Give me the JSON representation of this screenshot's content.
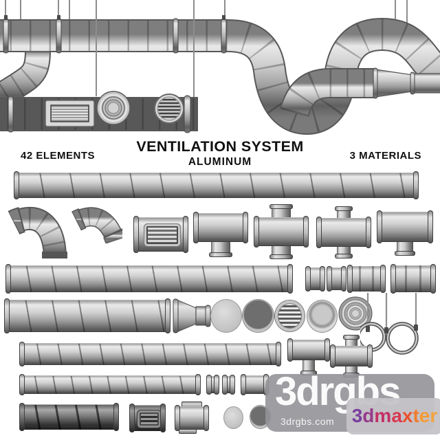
{
  "header": {
    "title": "VENTILATION SYSTEM",
    "subtitle": "ALUMINUM",
    "left_label": "42 ELEMENTS",
    "right_label": "3 MATERIALS"
  },
  "watermark": {
    "brand": "3drgbs",
    "site": "3drgbs.com",
    "partner": "3dmaxter",
    "partner_letters": [
      {
        "ch": "3",
        "color": "#7a3f9d"
      },
      {
        "ch": "d",
        "color": "#963b8a"
      },
      {
        "ch": "m",
        "color": "#c23064"
      },
      {
        "ch": "a",
        "color": "#d83850"
      },
      {
        "ch": "x",
        "color": "#e8512f"
      },
      {
        "ch": "t",
        "color": "#ef7c2b"
      },
      {
        "ch": "e",
        "color": "#f59b33"
      },
      {
        "ch": "r",
        "color": "#f2a43e"
      }
    ],
    "panel_color": "#949297",
    "partner_panel_color": "#c6c3c8"
  },
  "palette": {
    "background": "#ffffff",
    "metal_highlight": "#eaeaea",
    "metal_mid": "#c0c0c0",
    "metal_shadow": "#5f5f5f",
    "seam_line": "#3c3c3c",
    "dark_metal": "#3a3a3a",
    "text": "#101010"
  },
  "assembly": {
    "objects": [
      "suspended-spiral-duct-run",
      "branch-elbow-exiting-left",
      "wall-duct-with-rect-grille-round-diffuser-and-round-grille",
      "s-bend-duct-loop",
      "reducer-duct-exiting-right",
      "hanging-rods"
    ]
  },
  "parts_rows": [
    {
      "row": 1,
      "items": [
        "spiral-duct-long"
      ]
    },
    {
      "row": 2,
      "items": [
        "elbow-90",
        "elbow-45",
        "grille-duct",
        "tee",
        "cross-4way",
        "reducing-cross",
        "reducing-tee"
      ]
    },
    {
      "row": 3,
      "items": [
        "spiral-duct-medium",
        "coupler-ring",
        "coupler-ring",
        "sleeve",
        "sleeve"
      ]
    },
    {
      "row": 4,
      "items": [
        "spiral-duct-short",
        "cone-reducer",
        "end-cap-disc",
        "backdraft-damper-disc",
        "round-grille-disc",
        "recessed-cap-disc",
        "stacked-cone-cap",
        "hanger-rods-with-pipe-clamps"
      ]
    },
    {
      "row": 5,
      "items": [
        "spiral-duct-thin-long",
        "tee-small",
        "cross-small"
      ]
    },
    {
      "row": 6,
      "items": [
        "spiral-duct-thin-short",
        "coupler-ring-small",
        "coupler-ring-small",
        "sleeve-small"
      ]
    },
    {
      "row": 7,
      "items": [
        "spiral-duct-dark",
        "grille-duct-dark",
        "flanged-adapter",
        "cap-disc-small",
        "backdraft-disc-small"
      ]
    }
  ]
}
